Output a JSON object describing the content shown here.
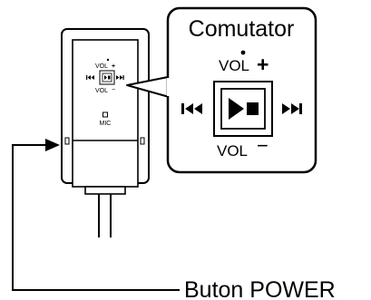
{
  "callout": {
    "title": "Comutator",
    "vol_plus": "VOL",
    "plus_sign": "+",
    "vol_minus": "VOL",
    "minus_sign": "−"
  },
  "device": {
    "vol_plus": "VOL",
    "plus_sign": "+",
    "vol_minus": "VOL",
    "minus_sign": "−",
    "mic": "MIC"
  },
  "labels": {
    "power": "Buton POWER"
  },
  "icons": [
    "prev-track-icon",
    "play-pause-icon",
    "next-track-icon",
    "power-arrow-icon"
  ]
}
